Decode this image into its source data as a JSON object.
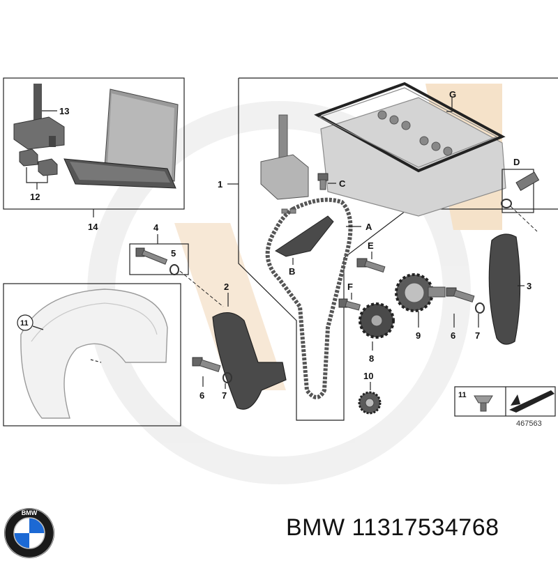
{
  "diagram": {
    "callouts": {
      "c1": "1",
      "c2": "2",
      "c3": "3",
      "c4": "4",
      "c5": "5",
      "c6a": "6",
      "c6b": "6",
      "c7a": "7",
      "c7b": "7",
      "c8": "8",
      "c9": "9",
      "c10": "10",
      "c11": "11",
      "c11b": "11",
      "c12": "12",
      "c13": "13",
      "c14": "14",
      "cA": "A",
      "cB": "B",
      "cC": "C",
      "cD": "D",
      "cE": "E",
      "cF": "F",
      "cG": "G"
    },
    "figure_number": "467563"
  },
  "footer": {
    "brand_part": "BMW 11317534768"
  },
  "logo": {
    "letters": "BMW",
    "colors": {
      "blue": "#1c69d4",
      "ring": "#1a1a1a",
      "white": "#ffffff"
    }
  },
  "colors": {
    "watermark": "#f3dcc0",
    "watermark_grey": "#e9e9e9",
    "part_dark": "#3a3a3a",
    "part_mid": "#7a7a7a",
    "part_light": "#d8d8d8"
  }
}
